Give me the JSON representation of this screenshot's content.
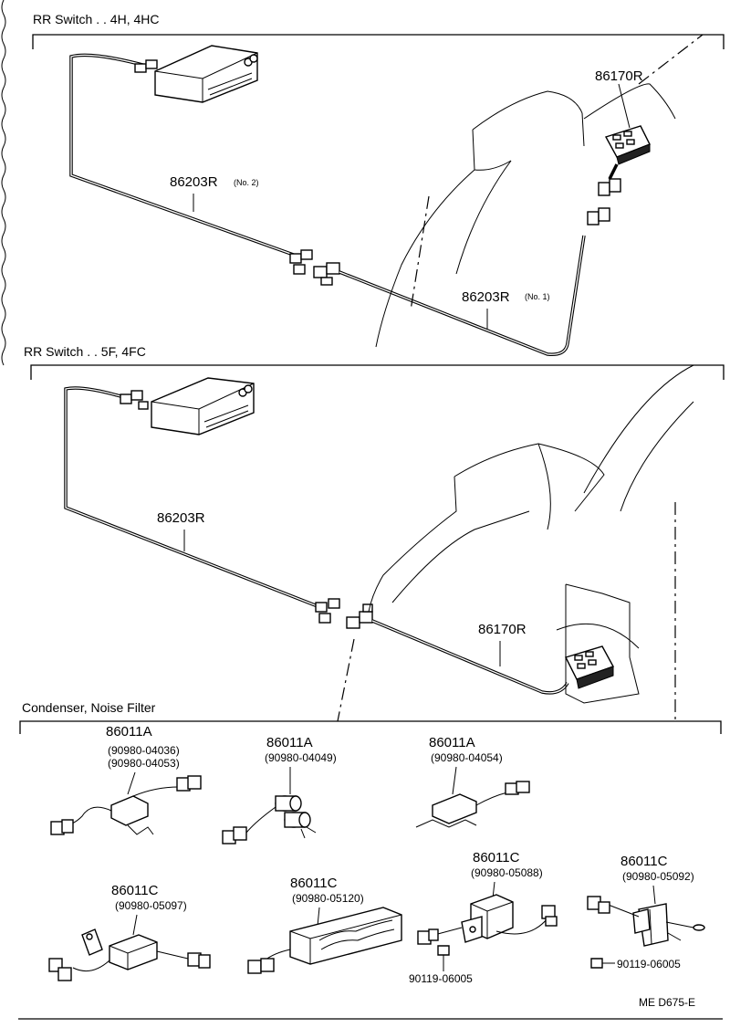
{
  "sections": {
    "top": "RR Switch . . 4H, 4HC",
    "middle": "RR Switch . . 5F, 4FC",
    "bottom": "Condenser, Noise Filter"
  },
  "top_labels": {
    "switch": "86170R",
    "harness_no2": "86203R",
    "harness_no2_note": "(No. 2)",
    "harness_no1": "86203R",
    "harness_no1_note": "(No. 1)"
  },
  "middle_labels": {
    "harness": "86203R",
    "switch": "86170R"
  },
  "filters": [
    {
      "part": "86011A",
      "codes": [
        "(90980-04036)",
        "(90980-04053)"
      ]
    },
    {
      "part": "86011A",
      "codes": [
        "(90980-04049)"
      ]
    },
    {
      "part": "86011A",
      "codes": [
        "(90980-04054)"
      ]
    },
    {
      "part": "86011C",
      "codes": [
        "(90980-05097)"
      ]
    },
    {
      "part": "86011C",
      "codes": [
        "(90980-05120)"
      ]
    },
    {
      "part": "86011C",
      "codes": [
        "(90980-05088)"
      ],
      "extra": "90119-06005"
    },
    {
      "part": "86011C",
      "codes": [
        "(90980-05092)"
      ],
      "extra": "90119-06005"
    }
  ],
  "footer_code": "ME  D675-E"
}
